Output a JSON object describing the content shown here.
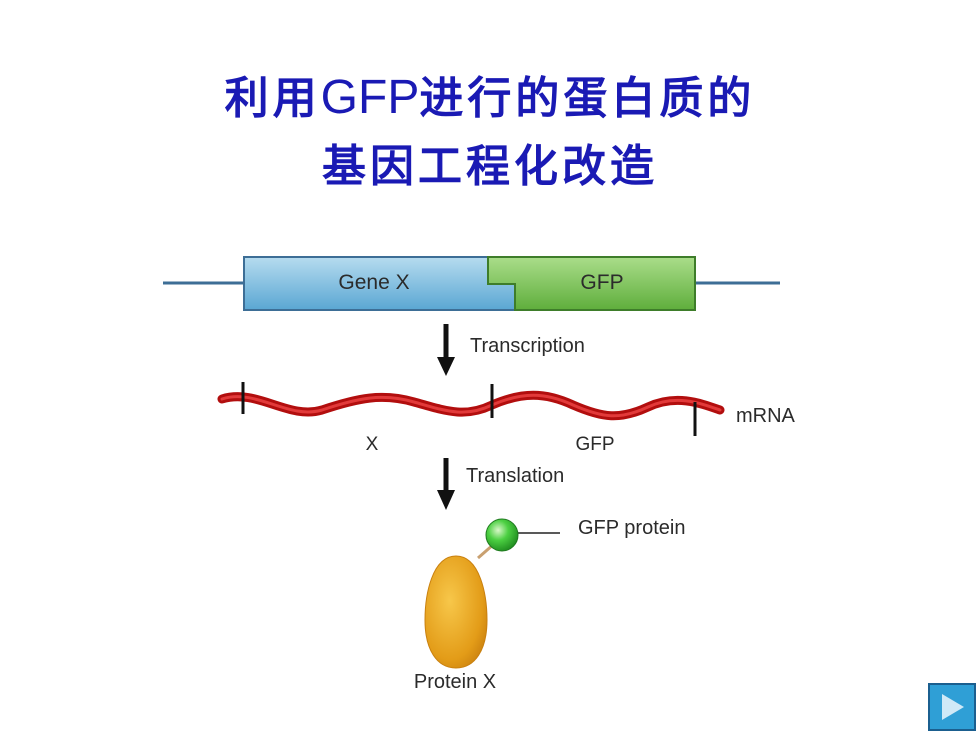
{
  "title": {
    "line1_pre": "利用",
    "line1_latin": "GFP",
    "line1_post": "进行的蛋白质的",
    "line2": "基因工程化改造"
  },
  "diagram": {
    "gene_x_label": "Gene X",
    "gfp_gene_label": "GFP",
    "transcription_label": "Transcription",
    "mrna_label": "mRNA",
    "mrna_x_label": "X",
    "mrna_gfp_label": "GFP",
    "translation_label": "Translation",
    "gfp_protein_label": "GFP protein",
    "protein_x_label": "Protein X"
  },
  "colors": {
    "title": "#1a1ab4",
    "gene_x_box": "#7fbfe0",
    "gfp_box": "#7cc25a",
    "mrna": "#cc1111",
    "gfp_protein": "#3ec23a",
    "protein_x": "#e8a21e",
    "next_button": "#2f9fd6"
  },
  "navigation": {
    "next_icon": "play-triangle-icon"
  }
}
